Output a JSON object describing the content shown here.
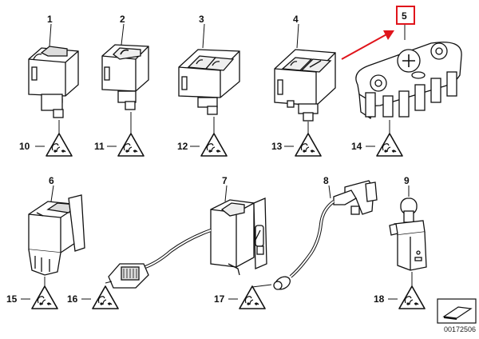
{
  "parts": [
    {
      "id": "part-1",
      "number": "1"
    },
    {
      "id": "part-2",
      "number": "2"
    },
    {
      "id": "part-3",
      "number": "3"
    },
    {
      "id": "part-4",
      "number": "4"
    },
    {
      "id": "part-5",
      "number": "5",
      "highlighted": true
    },
    {
      "id": "part-6",
      "number": "6"
    },
    {
      "id": "part-7",
      "number": "7"
    },
    {
      "id": "part-8",
      "number": "8"
    },
    {
      "id": "part-9",
      "number": "9"
    }
  ],
  "connectors": [
    {
      "number": "10"
    },
    {
      "number": "11"
    },
    {
      "number": "12"
    },
    {
      "number": "13"
    },
    {
      "number": "14"
    },
    {
      "number": "15"
    },
    {
      "number": "16"
    },
    {
      "number": "17"
    },
    {
      "number": "18"
    }
  ],
  "highlight_color": "#e0141b",
  "reference_number": "00172506"
}
